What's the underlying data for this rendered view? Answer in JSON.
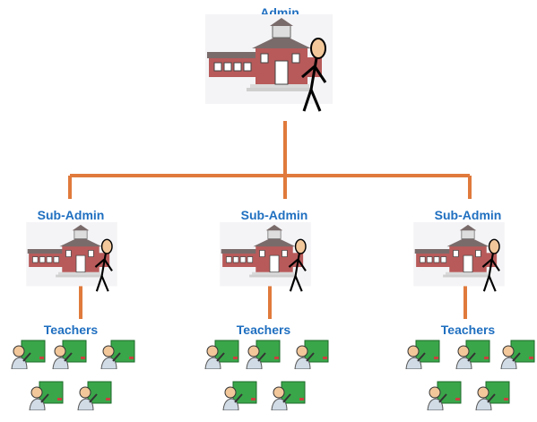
{
  "org_chart": {
    "root": {
      "label": "Admin"
    },
    "branches": [
      {
        "label": "Sub-Admin",
        "group_label": "Teachers",
        "teacher_count": 5
      },
      {
        "label": "Sub-Admin",
        "group_label": "Teachers",
        "teacher_count": 5
      },
      {
        "label": "Sub-Admin",
        "group_label": "Teachers",
        "teacher_count": 5
      }
    ]
  },
  "colors": {
    "label": "#1f6fc0",
    "connector": "#e07a3c",
    "school_wall": "#b85a5a",
    "roof": "#7a6b6b",
    "board": "#3aa64a",
    "skin": "#f2c79a"
  },
  "icons": {
    "admin": "school-with-stick-figure-icon",
    "teacher": "teacher-at-chalkboard-icon"
  }
}
